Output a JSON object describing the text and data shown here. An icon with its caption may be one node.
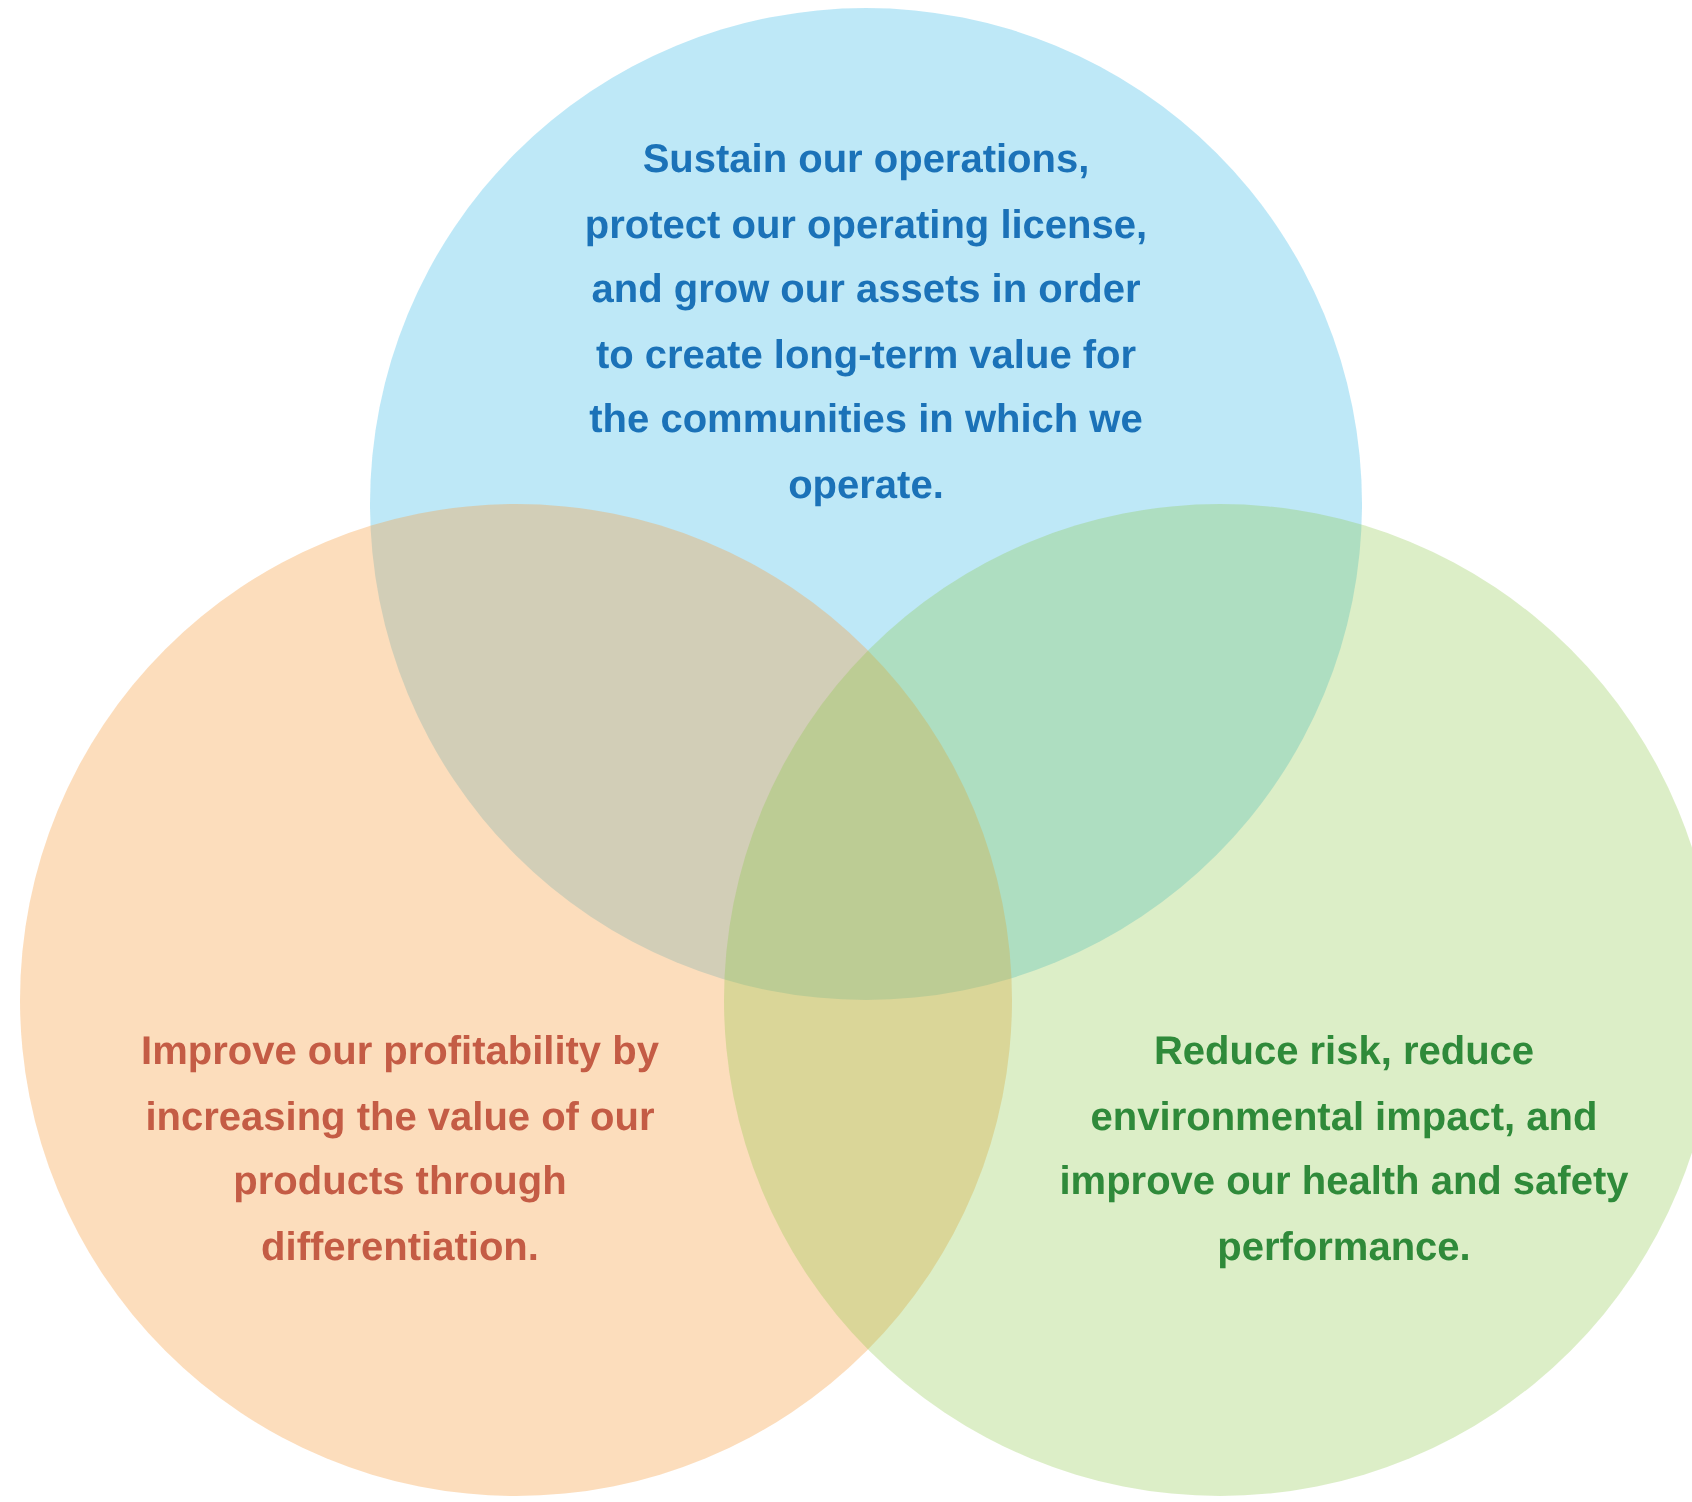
{
  "diagram": {
    "nodes": [
      {
        "text": [
          "Sustain our operations, protect our operating license, and grow our assets in order to create long-term value for the communities in which we operate."
        ]
      },
      {
        "text": [
          "Improve our profitability by increasing the value of our products through differentiation."
        ]
      },
      {
        "text": [
          "Reduce risk, reduce environmental impact, and improve our health and safety performance."
        ]
      }
    ]
  }
}
